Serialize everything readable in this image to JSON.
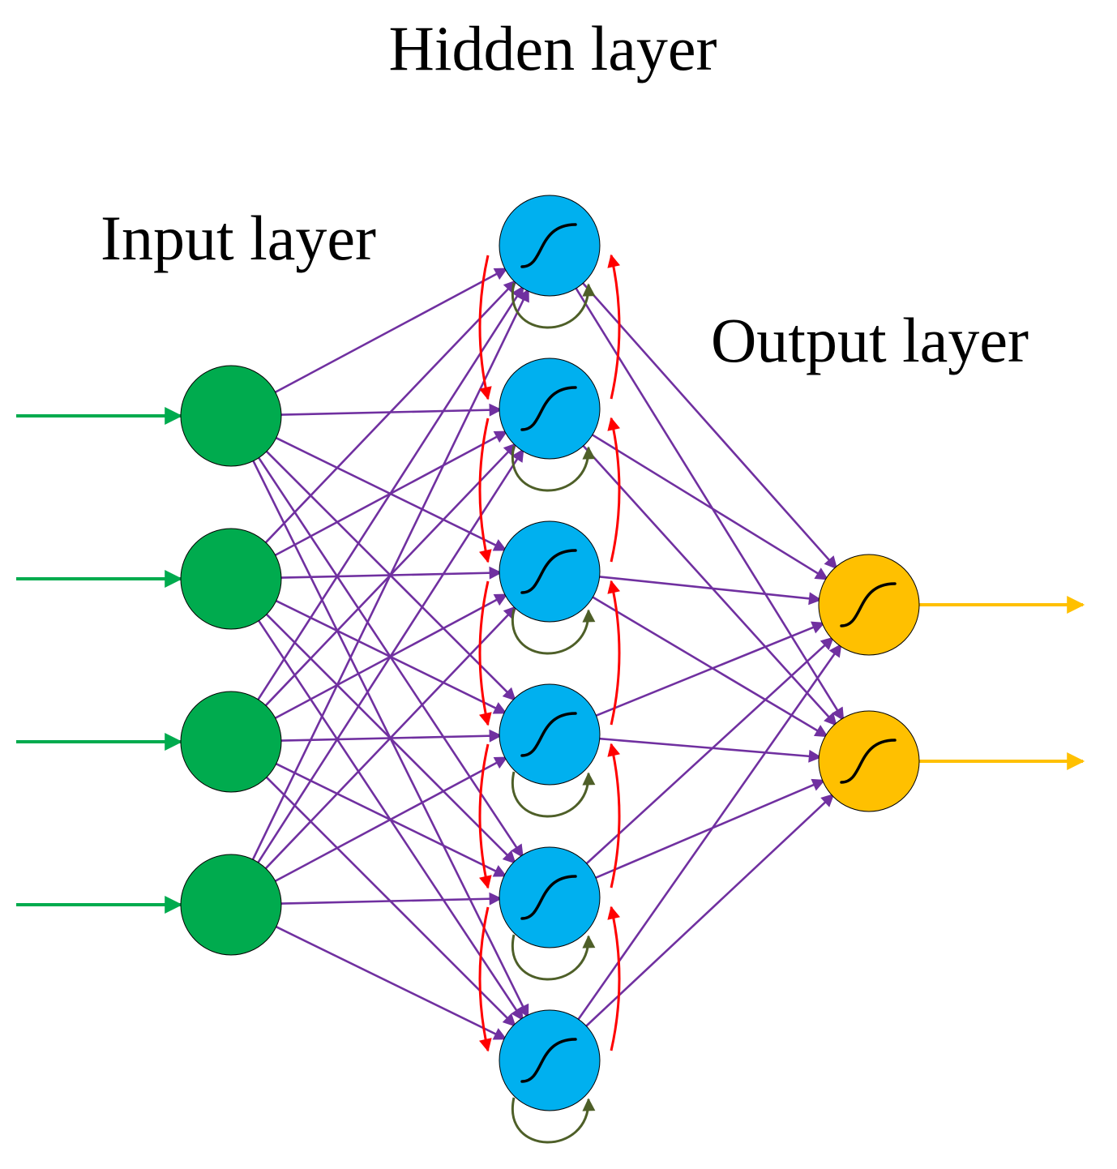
{
  "labels": {
    "hidden": "Hidden layer",
    "input": "Input layer",
    "output": "Output layer"
  },
  "network": {
    "input_nodes": 4,
    "hidden_nodes": 6,
    "output_nodes": 2,
    "hidden_self_recurrent": true,
    "hidden_lateral_recurrent": true,
    "activation_glyph": "sigmoid-curve-icon"
  },
  "colors": {
    "input_node": "#00AB4E",
    "hidden_node": "#00B0EF",
    "output_node": "#FFC000",
    "input_arrow": "#00AB4E",
    "output_arrow": "#FFC000",
    "forward_connection": "#7030A0",
    "lateral_connection": "#FF0000",
    "self_loop": "#4E5F28",
    "node_outline": "#000000"
  }
}
